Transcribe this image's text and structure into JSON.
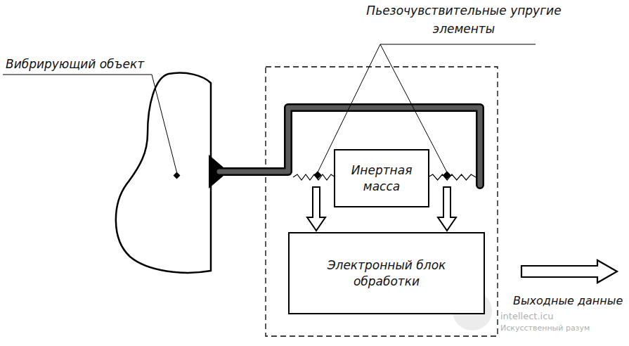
{
  "diagram": {
    "nodes": [
      {
        "text": [
          "Инертная масса"
        ]
      },
      {
        "text": [
          "Электронный блок обработки"
        ]
      }
    ],
    "labels": [
      "Вибрирующий объект",
      "Пьезочувствительные упругие элементы",
      "Выходные данные",
      "intellect.icu",
      "Искусственный разум"
    ]
  }
}
